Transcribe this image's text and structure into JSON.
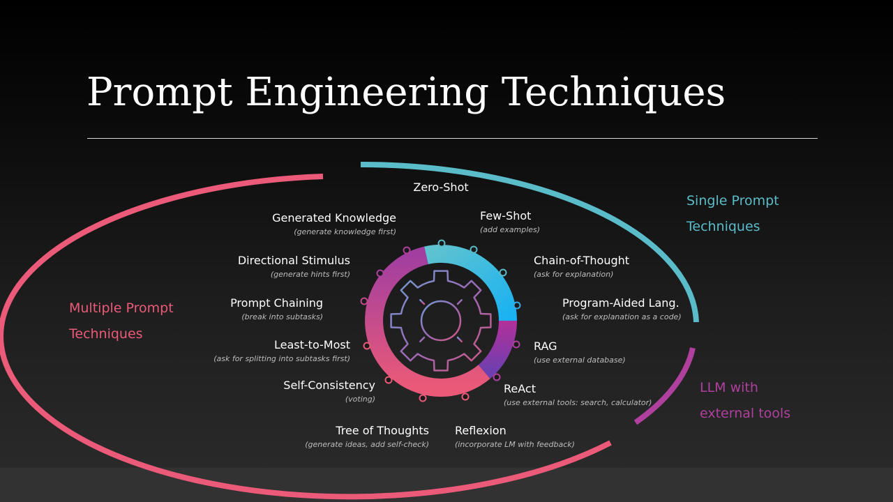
{
  "slide": {
    "title": "Prompt Engineering Techniques"
  },
  "groups": {
    "single": {
      "label_line1": "Single Prompt",
      "label_line2": "Techniques",
      "color": "#5bbcc9"
    },
    "multiple": {
      "label_line1": "Multiple Prompt",
      "label_line2": "Techniques",
      "color": "#eb5a78"
    },
    "tools": {
      "label_line1": "LLM with",
      "label_line2": "external tools",
      "color": "#b0409e"
    }
  },
  "center_icon": {
    "name": "gear-icon"
  },
  "techniques": [
    {
      "name": "Zero-Shot",
      "note": ""
    },
    {
      "name": "Few-Shot",
      "note": "(add examples)"
    },
    {
      "name": "Chain-of-Thought",
      "note": "(ask for explanation)"
    },
    {
      "name": "Program-Aided Lang.",
      "note": "(ask for explanation as a code)"
    },
    {
      "name": "RAG",
      "note": "(use external database)"
    },
    {
      "name": "ReAct",
      "note": "(use external tools: search, calculator)"
    },
    {
      "name": "Reflexion",
      "note": "(incorporate LM with feedback)"
    },
    {
      "name": "Tree of Thoughts",
      "note": "(generate ideas, add self-check)"
    },
    {
      "name": "Self-Consistency",
      "note": "(voting)"
    },
    {
      "name": "Least-to-Most",
      "note": "(ask for splitting into subtasks first)"
    },
    {
      "name": "Prompt Chaining",
      "note": "(break into subtasks)"
    },
    {
      "name": "Directional Stimulus",
      "note": "(generate hints first)"
    },
    {
      "name": "Generated Knowledge",
      "note": "(generate knowledge first)"
    }
  ]
}
